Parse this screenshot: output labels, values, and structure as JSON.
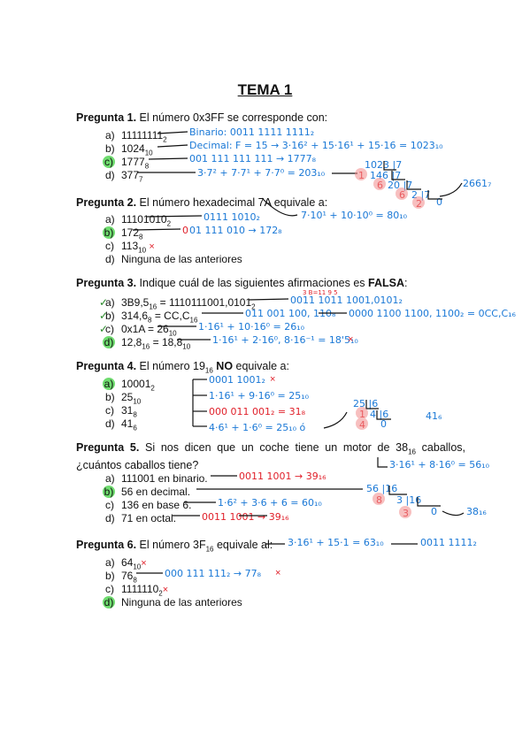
{
  "title": "TEMA 1",
  "q1": {
    "label": "Pregunta 1.",
    "text": " El número 0x3FF se corresponde con:",
    "options": [
      {
        "letter": "a)",
        "main": "11111111",
        "sub": "2"
      },
      {
        "letter": "b)",
        "main": "1024",
        "sub": "10"
      },
      {
        "letter": "c)",
        "main": "1777",
        "sub": "8"
      },
      {
        "letter": "d)",
        "main": "377",
        "sub": "7"
      }
    ],
    "notes": {
      "binario": "Binario: 0011 1111 1111₂",
      "decimal": "Decimal: F = 15 → 3·16² + 15·16¹ + 15·16 = 1023₁₀",
      "octal": "001 111 111 111 → 1777₈",
      "base7": "3·7² + 7·7¹ + 7·7⁰ = 203₁₀",
      "div_top": "1023 |7",
      "d1": "146 |7",
      "d2": "20 |7",
      "d3": "2 |7",
      "d4": "0",
      "r1": "1",
      "r2": "6",
      "r3": "6",
      "r4": "2",
      "result": "2661₇"
    }
  },
  "q2": {
    "label": "Pregunta 2.",
    "text": " El número hexadecimal 7A equivale a:",
    "options": [
      {
        "letter": "a)",
        "main": "11101010",
        "sub": "2"
      },
      {
        "letter": "b)",
        "main": "172",
        "sub": "8"
      },
      {
        "letter": "c)",
        "main": "113",
        "sub": "10"
      },
      {
        "letter": "d)",
        "main": "Ninguna de las anteriores",
        "sub": ""
      }
    ],
    "notes": {
      "a": "0111 1010₂",
      "hex": "7·10¹ + 10·10⁰ = 80₁₀",
      "b_red": "0",
      "b": "01 111 010 → 172₈"
    }
  },
  "q3": {
    "label": "Pregunta 3.",
    "text": " Indique cuál de las siguientes afirmaciones es ",
    "bold": "FALSA",
    "end": ":",
    "options": [
      {
        "letter": "a)",
        "main": "3B9,5",
        "sub": "16",
        "rest": " = 1110111001,0101",
        "rest_sub": "2"
      },
      {
        "letter": "b)",
        "main": "314,6",
        "sub": "8",
        "rest": " = CC,C",
        "rest_sub": "16"
      },
      {
        "letter": "c)",
        "main": "0x1A = 26",
        "sub": "10",
        "rest": "",
        "rest_sub": ""
      },
      {
        "letter": "d)",
        "main": "12,8",
        "sub": "16",
        "rest": " = 18,8",
        "rest_sub": "10"
      }
    ],
    "notes": {
      "top_nums": "3   B=11   9   5",
      "a": "0011 1011 1001,0101₂",
      "b": "0000 1100 1100, 1100₂ = 0CC,C₁₆",
      "b_pre": "011 001 100, 110₈",
      "c": "1·16¹ + 10·16⁰ = 26₁₀",
      "d": "1·16¹ + 2·16⁰, 8·16⁻¹ = 18'5₁₀"
    }
  },
  "q4": {
    "label": "Pregunta 4.",
    "text": " El número 19",
    "sub": "16",
    "bold": " NO",
    "end": " equivale a:",
    "options": [
      {
        "letter": "a)",
        "main": "10001",
        "sub": "2"
      },
      {
        "letter": "b)",
        "main": "25",
        "sub": "10"
      },
      {
        "letter": "c)",
        "main": "31",
        "sub": "8"
      },
      {
        "letter": "d)",
        "main": "41",
        "sub": "6"
      }
    ],
    "notes": {
      "a": "0001 1001₂",
      "b": "1·16¹ + 9·16⁰ = 25₁₀",
      "c": "000 011 001₂ = 31₈",
      "d": "4·6¹ + 1·6⁰ = 25₁₀  ó",
      "div": "25 |6",
      "div2": "4 |6",
      "div3": "0",
      "r1": "1",
      "r2": "4",
      "res": "41₆"
    }
  },
  "q5": {
    "label": "Pregunta 5.",
    "text": " Si nos dicen que un coche tiene un motor de 38",
    "sub": "16",
    "text2": " caballos, ¿cuántos caballos tiene?",
    "options": [
      {
        "letter": "a)",
        "main": "111001 en binario.",
        "sub": ""
      },
      {
        "letter": "b)",
        "main": "56 en decimal.",
        "sub": ""
      },
      {
        "letter": "c)",
        "main": "136 en base 6.",
        "sub": ""
      },
      {
        "letter": "d)",
        "main": "71 en octal.",
        "sub": ""
      }
    ],
    "notes": {
      "top": "3·16¹ + 8·16⁰ = 56₁₀",
      "a": "0011 1001 → 39₁₆",
      "c": "1·6² + 3·6 + 6 = 60₁₀",
      "d": "0011 1001 → 39₁₆",
      "div": "56 |16",
      "div2": "3 |16",
      "div3": "0",
      "r1": "8",
      "r2": "3",
      "res": "38₁₆"
    }
  },
  "q6": {
    "label": "Pregunta 6.",
    "text": " El número 3F",
    "sub": "16",
    "end": " equivale al:",
    "options": [
      {
        "letter": "a)",
        "main": "64",
        "sub": "10"
      },
      {
        "letter": "b)",
        "main": "76",
        "sub": "8"
      },
      {
        "letter": "c)",
        "main": "1111110",
        "sub": "2"
      },
      {
        "letter": "d)",
        "main": "Ninguna de las anteriores",
        "sub": ""
      }
    ],
    "notes": {
      "top": "3·16¹ + 15·1 = 63₁₀",
      "top2": "0011 1111₂",
      "b": "000 111 111₂ → 77₈"
    }
  },
  "marks": {
    "x": "×",
    "check": "✓"
  },
  "colors": {
    "ink_blue": "#1a78d6",
    "ink_red": "#e0202a",
    "highlight": "#6fdc6f"
  }
}
